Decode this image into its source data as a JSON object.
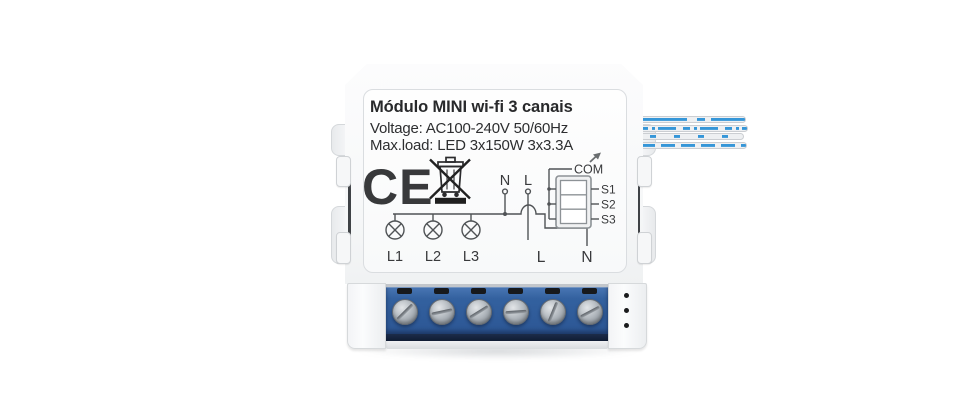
{
  "product": {
    "title": "Módulo MINI wi-fi 3 canais",
    "voltage": "Voltage: AC100-240V 50/60Hz",
    "max_load": "Max.load: LED 3x150W 3x3.3A"
  },
  "marks": {
    "ce_label": "CE",
    "weee_icon": "crossed-out-wheeled-bin"
  },
  "diagram": {
    "top_terminals": [
      "N",
      "L"
    ],
    "lamp_labels": [
      "L1",
      "L2",
      "L3"
    ],
    "bottom_terminals": [
      "L",
      "N"
    ],
    "switch_terminals": [
      "COM",
      "S1",
      "S2",
      "S3"
    ]
  },
  "hardware": {
    "screw_count": 6,
    "wire_slot_count": 6,
    "connection_wire_count": 4,
    "side_hole_count": 3
  },
  "colors": {
    "terminal_block_blue": "#33619f",
    "wire_stripe_blue": "#3596d8",
    "label_text": "#2d2e30",
    "diagram_line": "#505356",
    "body_white": "#f7f8f9"
  }
}
